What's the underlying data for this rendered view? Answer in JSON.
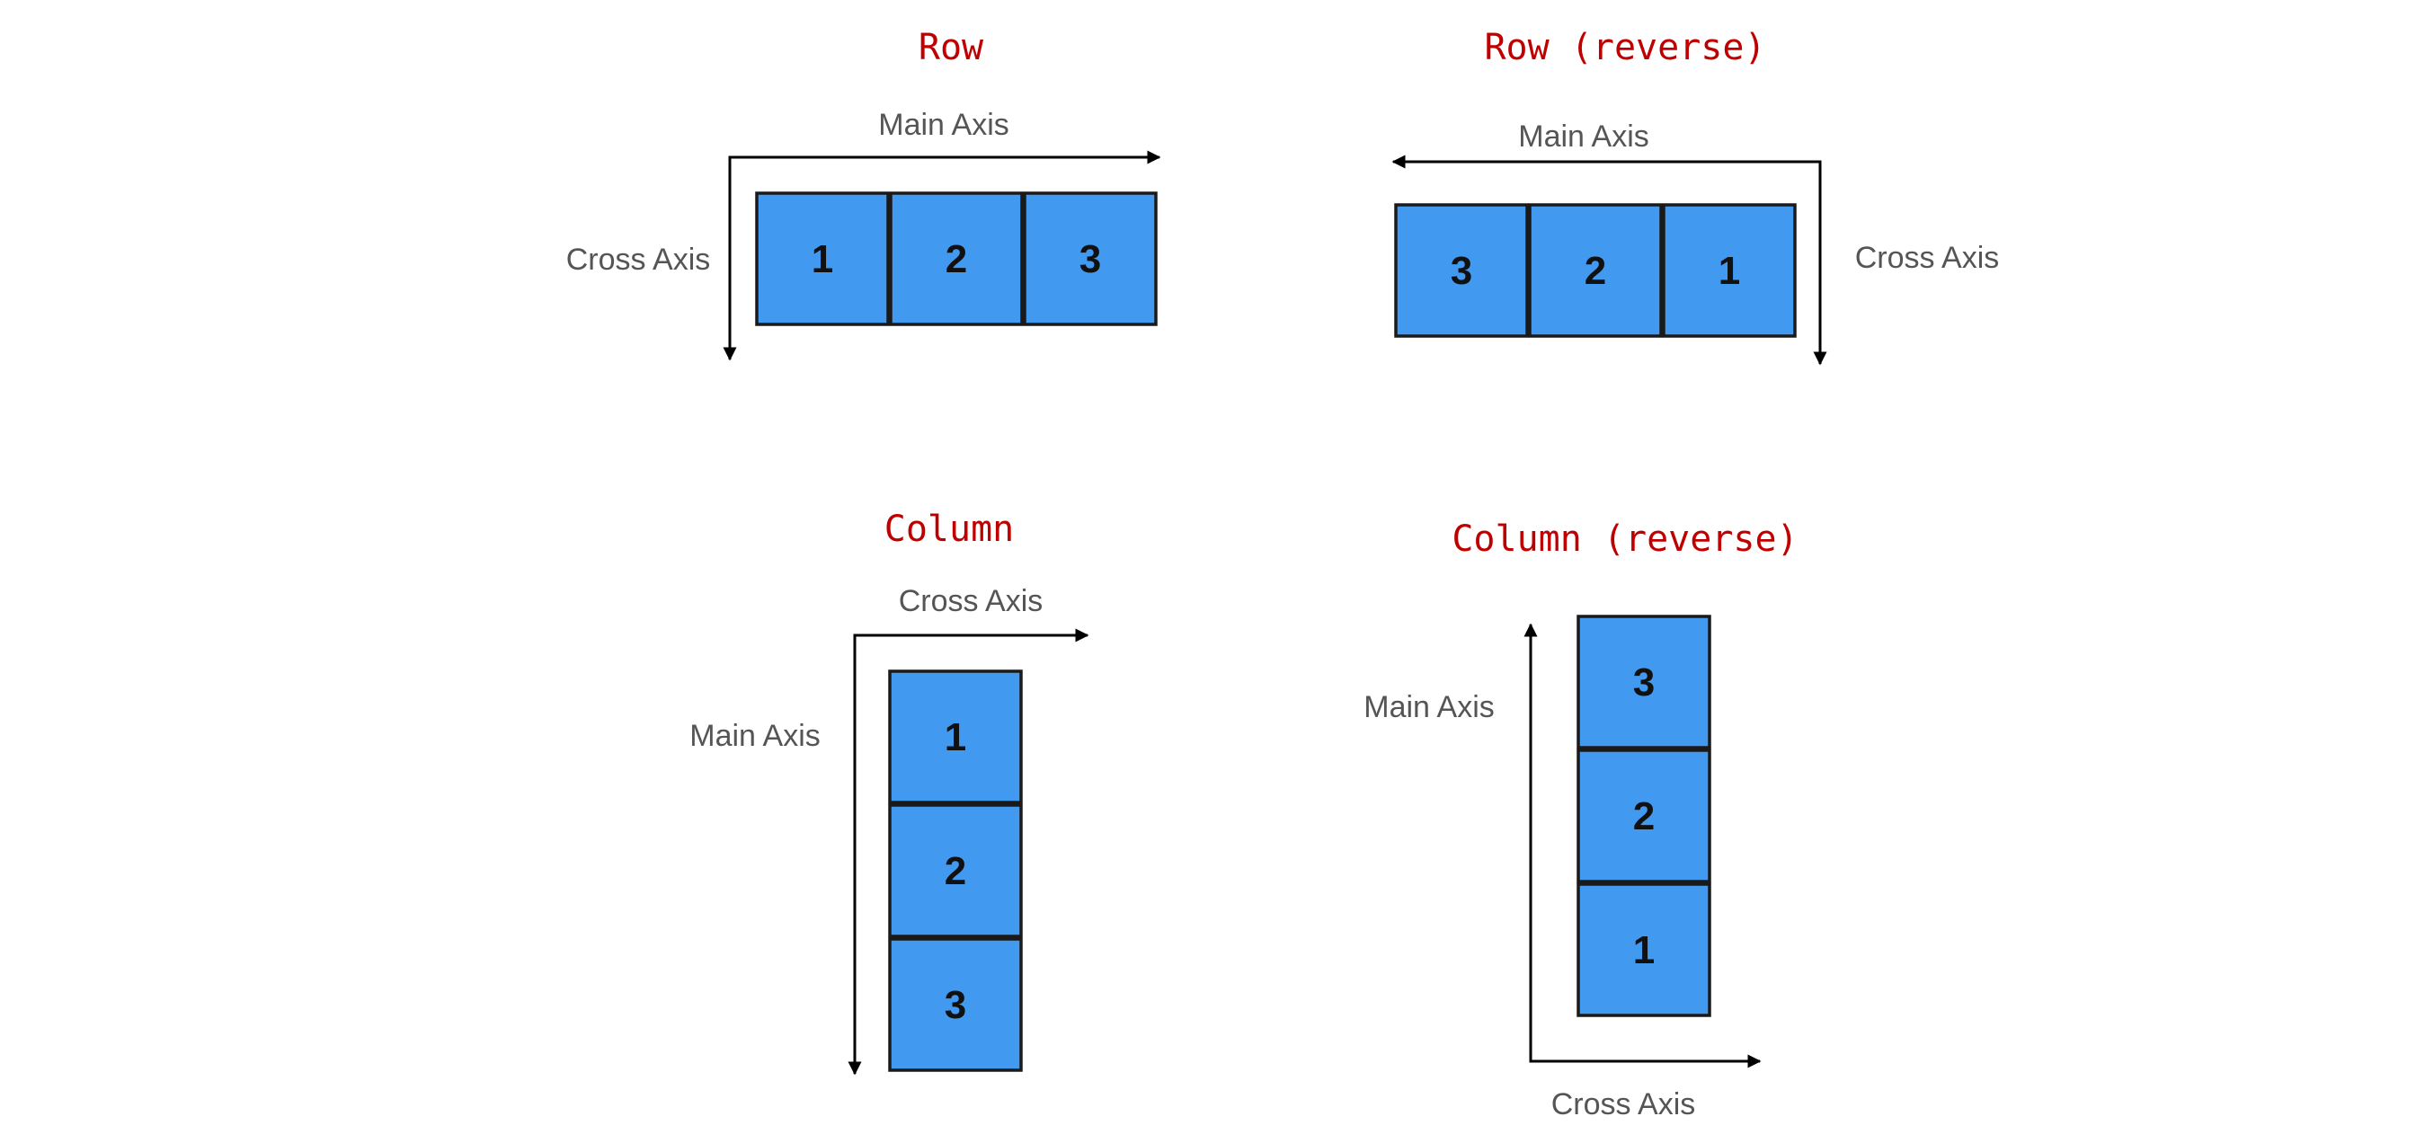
{
  "panels": {
    "row": {
      "title": "Row",
      "main_axis_label": "Main Axis",
      "cross_axis_label": "Cross Axis",
      "items": [
        "1",
        "2",
        "3"
      ]
    },
    "row_reverse": {
      "title": "Row (reverse)",
      "main_axis_label": "Main Axis",
      "cross_axis_label": "Cross Axis",
      "items": [
        "3",
        "2",
        "1"
      ]
    },
    "column": {
      "title": "Column",
      "main_axis_label": "Main Axis",
      "cross_axis_label": "Cross Axis",
      "items": [
        "1",
        "2",
        "3"
      ]
    },
    "column_reverse": {
      "title": "Column (reverse)",
      "main_axis_label": "Main Axis",
      "cross_axis_label": "Cross Axis",
      "items": [
        "3",
        "2",
        "1"
      ]
    }
  },
  "colors": {
    "title": "#c00000",
    "box_fill": "#4299f0",
    "box_stroke": "#1a1a1a",
    "axis_label": "#555555",
    "axis_line": "#000000"
  }
}
